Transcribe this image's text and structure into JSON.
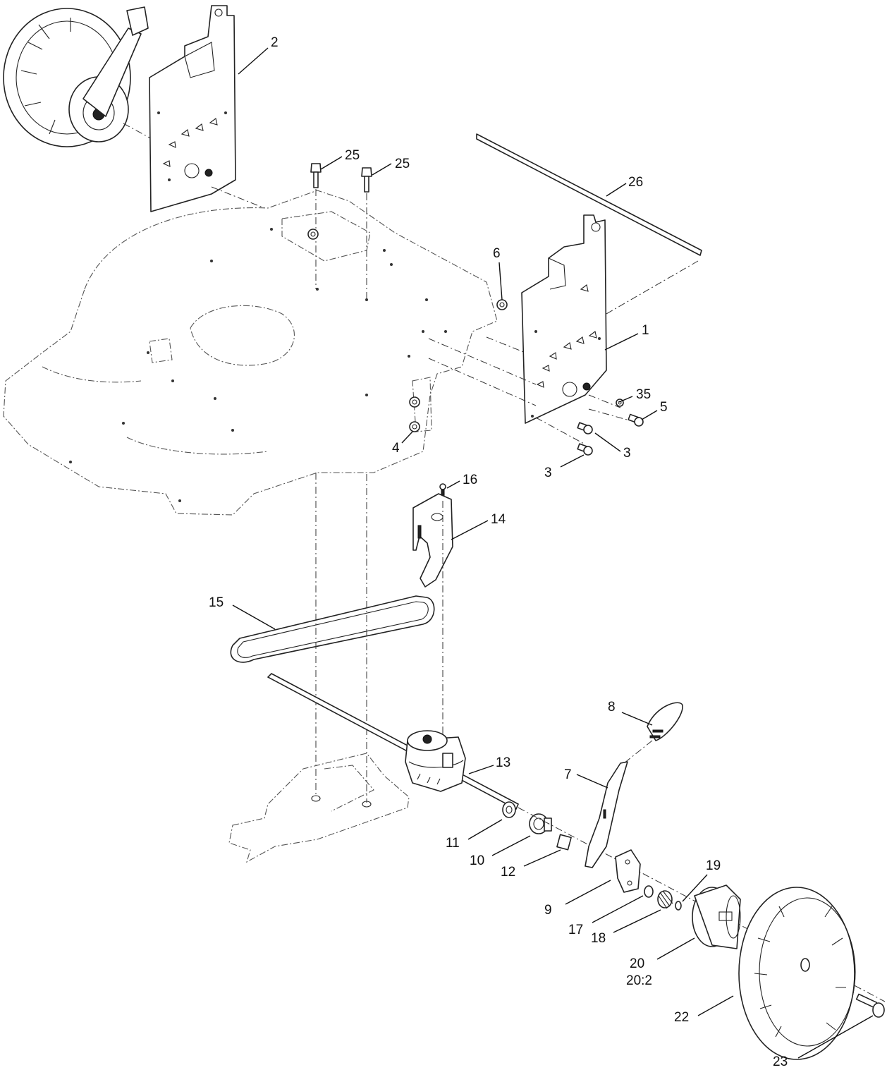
{
  "callouts": {
    "c1": "1",
    "c2": "2",
    "c3a": "3",
    "c3b": "3",
    "c4": "4",
    "c5": "5",
    "c6": "6",
    "c7": "7",
    "c8": "8",
    "c9": "9",
    "c10": "10",
    "c11": "11",
    "c12": "12",
    "c13": "13",
    "c14": "14",
    "c15": "15",
    "c16": "16",
    "c17": "17",
    "c18": "18",
    "c19": "19",
    "c20": "20",
    "c20b": "20:2",
    "c22": "22",
    "c23": "23",
    "c25a": "25",
    "c25b": "25",
    "c26": "26",
    "c35": "35"
  }
}
